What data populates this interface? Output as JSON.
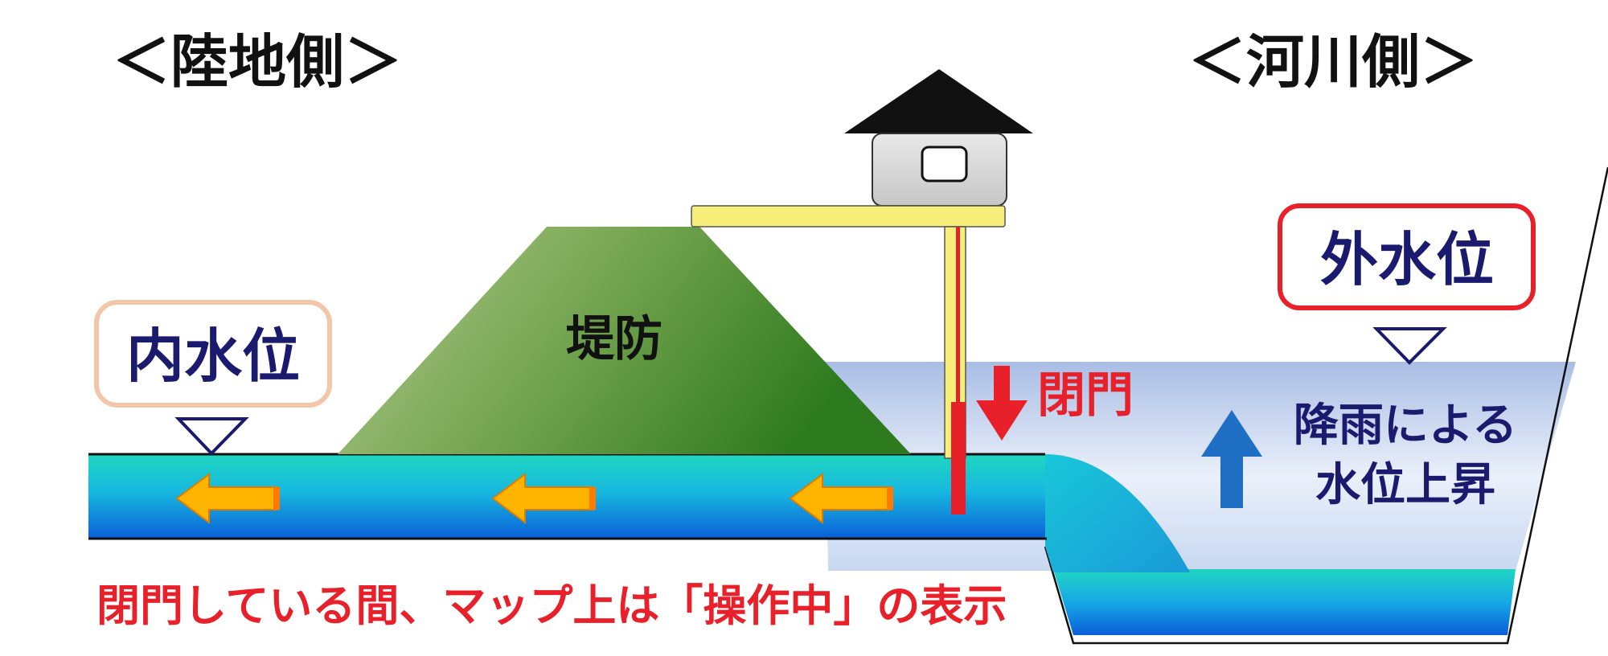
{
  "headings": {
    "land_side": "＜陸地側＞",
    "river_side": "＜河川側＞"
  },
  "labels": {
    "inner_water_level": "内水位",
    "outer_water_level": "外水位",
    "embankment": "堤防",
    "gate_closing": "閉門",
    "rain_rise_line1": "降雨による",
    "rain_rise_line2": "水位上昇",
    "caption": "閉門している間、マップ上は「操作中」の表示"
  },
  "colors": {
    "label_text": "#1a1a6e",
    "alert_red": "#e8202a",
    "arrow_orange": "#ffb400",
    "rise_arrow_blue": "#1f6fc4",
    "water_teal": "#19c7b8",
    "water_blue": "#0a66e0",
    "embankment_green": "#4a8a2c",
    "gate_yellow": "#f7ef7a",
    "inner_box_border": "#f2c6a6",
    "outer_box_border": "#e8202a"
  },
  "icons": {
    "water_level_marker": "inverted-triangle-icon",
    "flow_arrow": "left-arrow-icon",
    "close_arrow": "down-arrow-icon",
    "rise_arrow": "up-arrow-icon",
    "gate_house": "house-icon"
  }
}
